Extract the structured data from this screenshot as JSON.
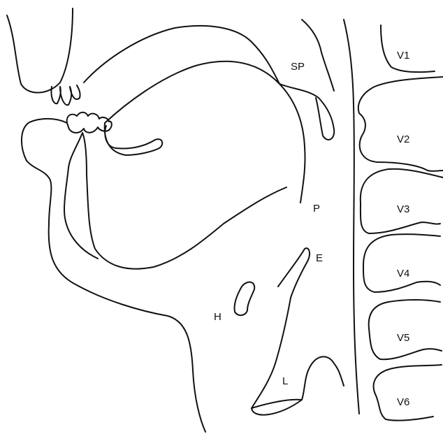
{
  "labels": {
    "sp": "SP",
    "p": "P",
    "e": "E",
    "h": "H",
    "l": "L",
    "v1": "V1",
    "v2": "V2",
    "v3": "V3",
    "v4": "V4",
    "v5": "V5",
    "v6": "V6"
  },
  "colors": {
    "line": "#111111",
    "background": "#ffffff"
  }
}
